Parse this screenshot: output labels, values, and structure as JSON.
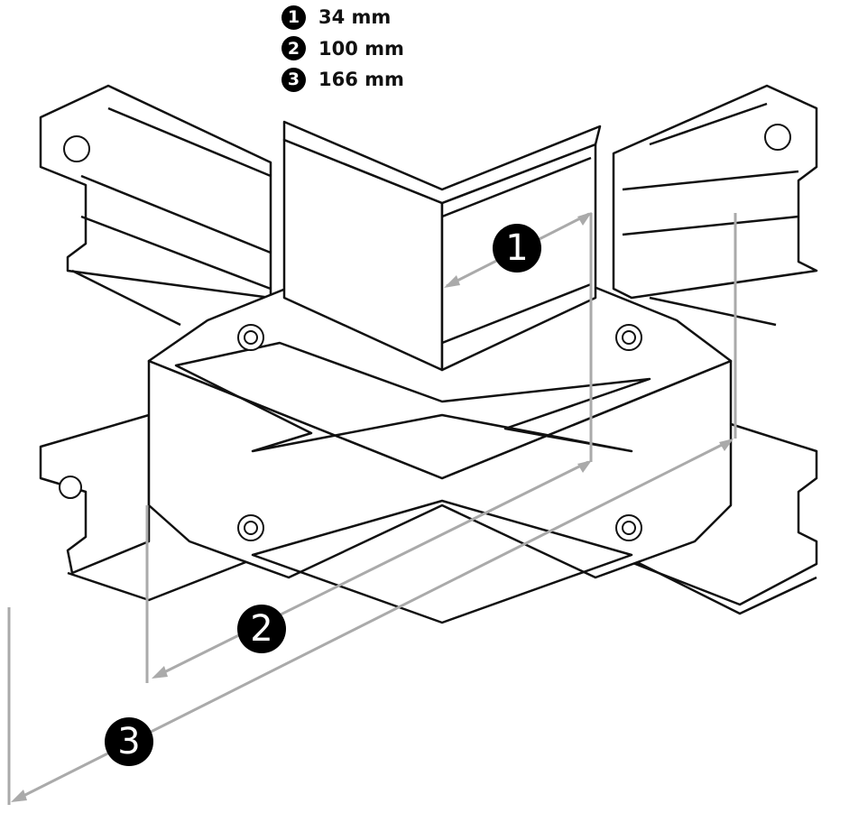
{
  "legend": [
    {
      "number": "1",
      "value": "34 mm"
    },
    {
      "number": "2",
      "value": "100 mm"
    },
    {
      "number": "3",
      "value": "166 mm"
    }
  ],
  "dimension_badges": [
    "1",
    "2",
    "3"
  ],
  "colors": {
    "line": "#111111",
    "dimension": "#aaaaaa",
    "badge": "#000000"
  }
}
